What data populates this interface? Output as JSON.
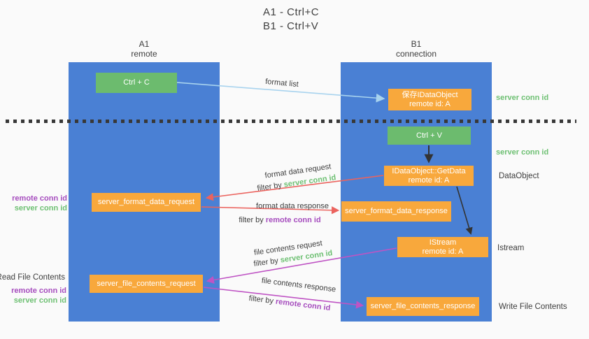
{
  "title": {
    "line1": "A1 - Ctrl+C",
    "line2": "B1 - Ctrl+V"
  },
  "columns": {
    "a1": {
      "name": "A1",
      "role": "remote"
    },
    "b1": {
      "name": "B1",
      "role": "connection"
    }
  },
  "nodes": {
    "ctrl_c": "Ctrl + C",
    "ctrl_v": "Ctrl + V",
    "save_dataobject": {
      "line1": "保存IDataObject",
      "line2": "remote id: A"
    },
    "getdata": {
      "line1": "IDataObject::GetData",
      "line2": "remote id: A"
    },
    "istream": {
      "line1": "IStream",
      "line2": "remote id: A"
    },
    "format_request": "server_format_data_request",
    "format_response": "server_format_data_response",
    "file_request": "server_file_contents_request",
    "file_response": "server_file_contents_response"
  },
  "arrow_labels": {
    "format_list": "format list",
    "format_data_request": "format data request",
    "filter_server_1": {
      "prefix": "filter by ",
      "id": "server conn id"
    },
    "format_data_response": "format data response",
    "filter_remote_1": {
      "prefix": "filter by ",
      "id": "remote conn id"
    },
    "file_contents_request": "file contents request",
    "filter_server_2": {
      "prefix": "filter by ",
      "id": "server conn id"
    },
    "file_contents_response": "file contents response",
    "filter_remote_2": {
      "prefix": "filter by ",
      "id": "remote conn id"
    }
  },
  "side_labels": {
    "server_conn_top": "server conn id",
    "server_conn_mid": "server conn id",
    "dataobject": "DataObject",
    "istream": "Istream",
    "write_file": "Write File Contents",
    "read_file": "Read File Contents",
    "left1_remote": "remote conn id",
    "left1_server": "server conn id",
    "left2_remote": "remote conn id",
    "left2_server": "server conn id"
  },
  "colors": {
    "lifeline_blue": "#4a80d4",
    "node_green": "#6cbb6e",
    "node_orange": "#f8a83c",
    "arrow_light_blue": "#a8d3ee",
    "arrow_red": "#eb635e",
    "arrow_magenta": "#bf54c4",
    "arrow_black": "#333333",
    "text_green": "#6ec073",
    "text_purple": "#a64dbe",
    "text_dark": "#3d3d3d",
    "background": "#fafafa"
  }
}
